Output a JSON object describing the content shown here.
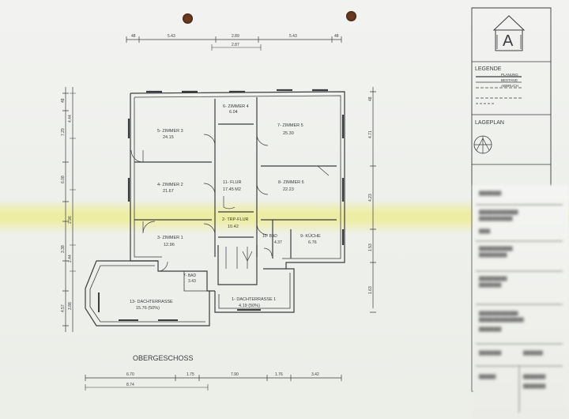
{
  "drawing": {
    "floor_title": "OBERGESCHOSS",
    "rooms": {
      "zimmer4": {
        "name": "6- ZIMMER 4",
        "area": "6.04"
      },
      "zimmer3": {
        "name": "5- ZIMMER 3",
        "area": "24.15"
      },
      "zimmer5": {
        "name": "7- ZIMMER 5",
        "area": "25.30"
      },
      "zimmer2": {
        "name": "4- ZIMMER 2",
        "area": "21.67"
      },
      "flur": {
        "name": "11- FLUR",
        "area": "17.45 M2"
      },
      "zimmer6": {
        "name": "8- ZIMMER 6",
        "area": "22.23"
      },
      "trpflur": {
        "name": "2- TRP-FLUR",
        "area": "10.42"
      },
      "zimmer1": {
        "name": "3- ZIMMER 1",
        "area": "12.96"
      },
      "bad10": {
        "name": "10- BAD",
        "area": "4.37"
      },
      "kueche": {
        "name": "9- KÜCHE",
        "area": "6.76"
      },
      "bad7": {
        "name": "7- BAD",
        "area": "3.43"
      },
      "terrasse13": {
        "name": "13- DACHTERRASSE",
        "area": "15.76 (50%)"
      },
      "terrasse1": {
        "name": "1- DACHTERRASSE 1",
        "area": "4.19 (50%)"
      }
    },
    "dims_top": {
      "left_small": "48",
      "a": "5.43",
      "b": "2.89",
      "b2": "2.87",
      "c": "5.43",
      "right_small": "48"
    },
    "dims_bottom": {
      "a": "6.70",
      "b": "1.75",
      "c": "7.90",
      "d": "1.76",
      "e": "3.42",
      "f": "8.74"
    },
    "dims_left": {
      "d1": "48",
      "d2": "7.29",
      "d3": "4.44",
      "d4": "6.08",
      "d5": "2.96",
      "d6": "3.38",
      "d7": "2.44",
      "d8": "4.57",
      "d9": "3.88"
    },
    "dims_right": {
      "r1": "48",
      "r2": "4.71",
      "r3": "4.23",
      "r4": "1.53",
      "r5": "1.63"
    }
  },
  "titleblock": {
    "legende_title": "LEGENDE",
    "legend": [
      {
        "label": "PLANUNG"
      },
      {
        "label": "BESTAND"
      },
      {
        "label": "ABBRUCH"
      }
    ],
    "lageplan_title": "LAGEPLAN",
    "logo_letter": "A",
    "colors": {
      "ink": "#3a3c40",
      "paper": "#f0f1ee",
      "highlight": "#eeec8c"
    }
  }
}
